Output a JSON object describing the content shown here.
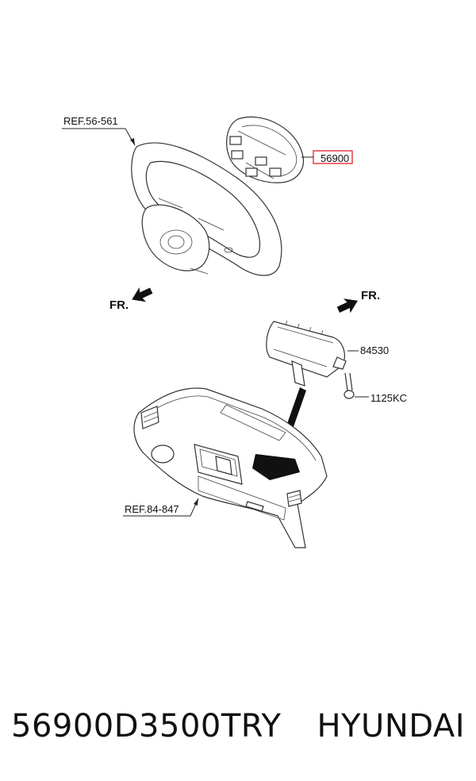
{
  "callouts": {
    "ref_wheel": "REF.56-561",
    "airbag_driver": "56900",
    "airbag_passenger": "84530",
    "bolt": "1125KC",
    "ref_dash": "REF.84-847"
  },
  "direction_labels": {
    "fr_left": "FR.",
    "fr_right": "FR."
  },
  "footer": {
    "part_number": "56900D3500TRY",
    "brand": "HYUNDAI"
  },
  "colors": {
    "highlight_box": "#e0202a",
    "ink": "#111111"
  }
}
